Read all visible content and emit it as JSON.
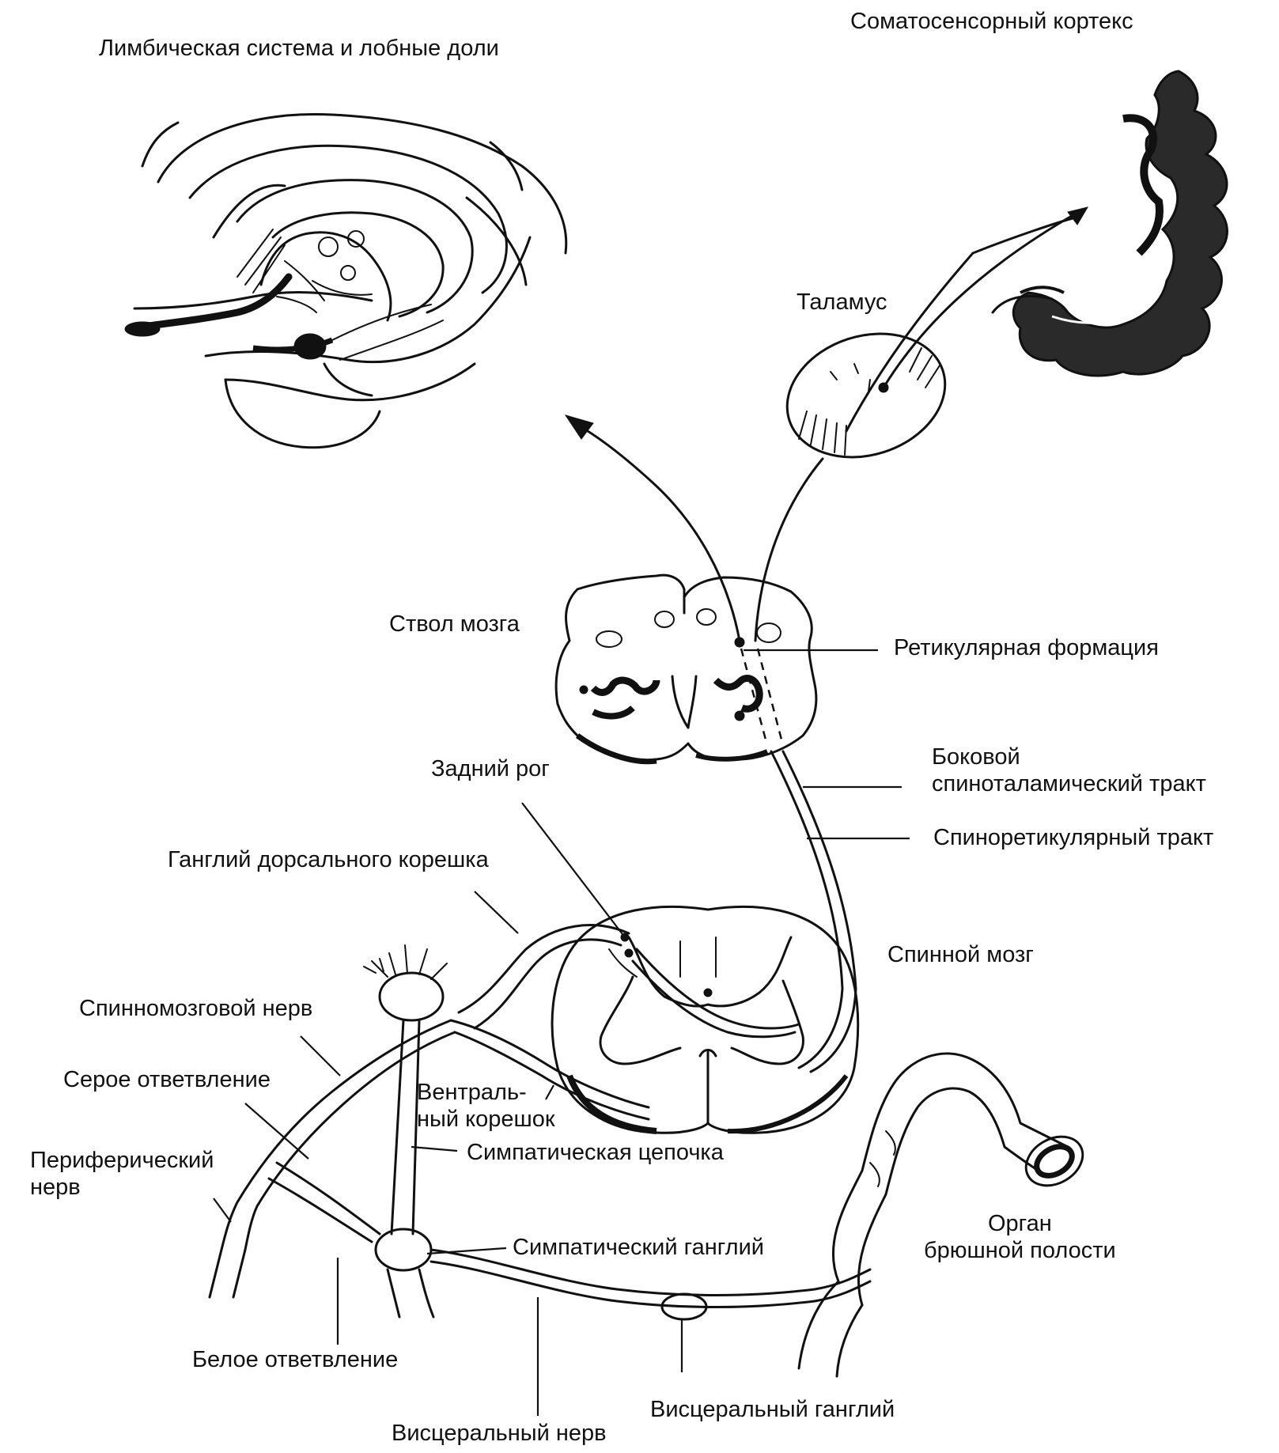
{
  "labels": {
    "limbic": "Лимбическая система и лобные доли",
    "somatosensory_cortex": "Соматосенсорный кортекс",
    "thalamus": "Таламус",
    "brainstem": "Ствол мозга",
    "reticular_formation": "Ретикулярная формация",
    "lateral_spinothalamic_tract": "Боковой\nспиноталамический тракт",
    "dorsal_horn": "Задний рог",
    "spinoreticular_tract": "Спиноретикулярный тракт",
    "dorsal_root_ganglion": "Ганглий дорсального корешка",
    "spinal_cord": "Спинной мозг",
    "spinal_nerve": "Спинномозговой нерв",
    "gray_ramus": "Серое ответвление",
    "ventral_root": "Вентраль-\nный корешок",
    "sympathetic_chain": "Симпатическая цепочка",
    "peripheral_nerve": "Периферический\nнерв",
    "sympathetic_ganglion": "Симпатический ганглий",
    "abdominal_organ": "Орган\nбрюшной полости",
    "white_ramus": "Белое ответвление",
    "visceral_ganglion": "Висцеральный ганглий",
    "visceral_nerve": "Висцеральный нерв"
  },
  "colors": {
    "ink": "#111111",
    "background": "#ffffff"
  }
}
